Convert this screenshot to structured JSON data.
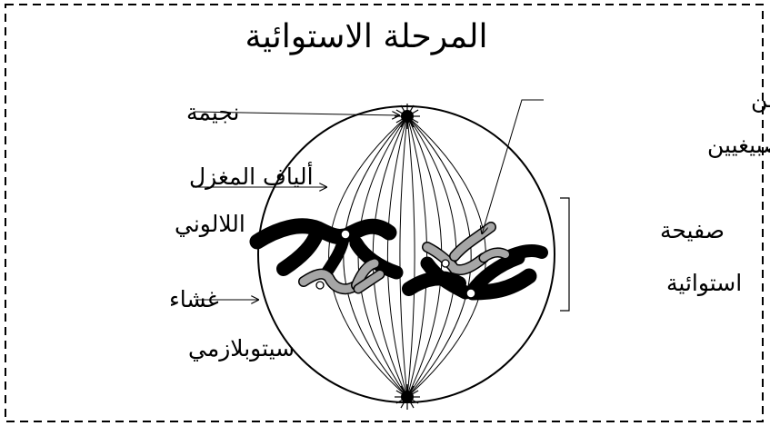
{
  "title": "المرحلة الاستوائية",
  "labels": {
    "centrosome": "نجيمة",
    "spindle_line1": "ألياف المغزل",
    "spindle_line2": "اللالوني",
    "membrane_line1": "غشاء",
    "membrane_line2": "سيتوبلازمي",
    "chromosome_line1": "صبغي مكون من",
    "chromosome_line2": "صبيغيين",
    "plate_line1": "صفيحة",
    "plate_line2": "استوائية"
  },
  "colors": {
    "ink": "#000000",
    "chromatid_dark": "#000000",
    "chromatid_light": "#a6a6a6",
    "background": "#ffffff"
  }
}
